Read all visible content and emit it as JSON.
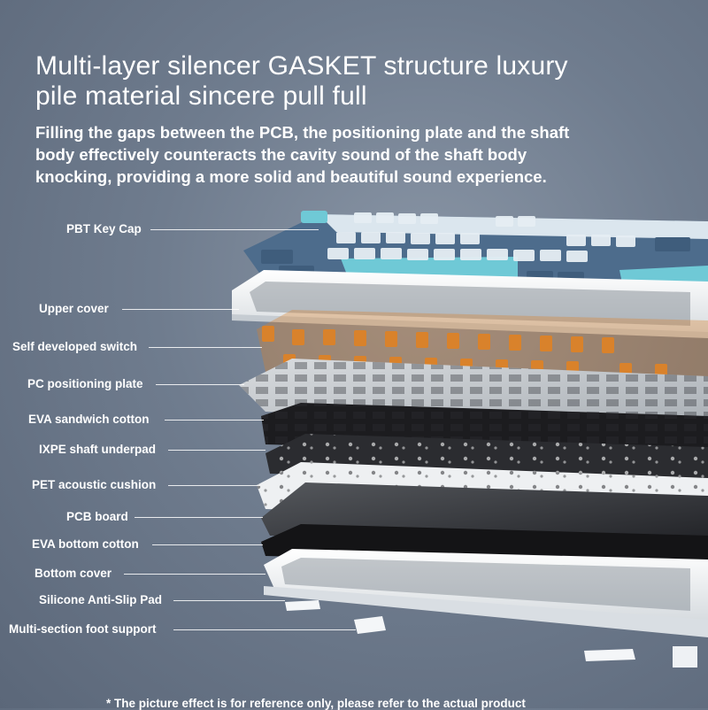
{
  "heading": {
    "title_line1": "Multi-layer silencer GASKET structure luxury",
    "title_line2": "pile material sincere pull full",
    "body_line1": "Filling the gaps between the PCB, the positioning plate and the shaft",
    "body_line2": "body effectively counteracts the cavity sound of the shaft body",
    "body_line3": "knocking, providing a more solid and beautiful sound experience."
  },
  "layers": [
    {
      "label": "PBT Key Cap"
    },
    {
      "label": "Upper cover"
    },
    {
      "label": "Self developed switch"
    },
    {
      "label": "PC positioning plate"
    },
    {
      "label": "EVA sandwich cotton"
    },
    {
      "label": "IXPE shaft underpad"
    },
    {
      "label": "PET acoustic cushion"
    },
    {
      "label": "PCB board"
    },
    {
      "label": "EVA bottom cotton"
    },
    {
      "label": "Bottom cover"
    },
    {
      "label": "Silicone Anti-Slip Pad"
    },
    {
      "label": "Multi-section foot support"
    }
  ],
  "footnote": "* The picture effect is for reference only, please refer to the actual product",
  "colors": {
    "background": "#6f7c8e",
    "keycap_light": "#dbe6ee",
    "keycap_blue": "#6fc9d6",
    "keycap_dark": "#4d6c8c",
    "switch_orange": "#d9822b",
    "plate": "#c9ccd0",
    "foam_black": "#1c1c1f",
    "pcb": "#2a2c30",
    "case_white": "#f2f4f6"
  }
}
